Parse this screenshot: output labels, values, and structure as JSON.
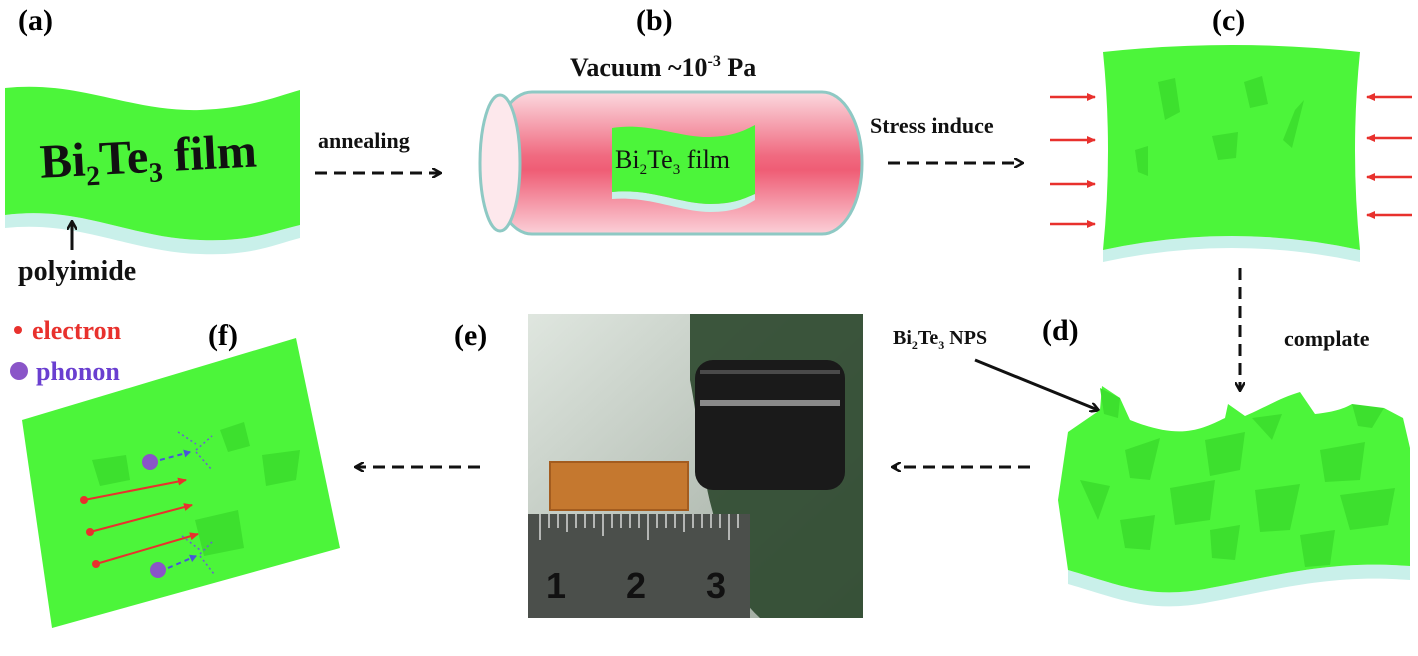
{
  "panels": {
    "a": {
      "label": "(a)",
      "film_main": "Bi",
      "film_sub1": "2",
      "film_mid": "Te",
      "film_sub2": "3",
      "film_tail": " film",
      "substrate_label": "polyimide"
    },
    "b": {
      "label": "(b)",
      "title_main": "Vacuum ~10",
      "title_sup": "-3",
      "title_tail": " Pa",
      "film_main": "Bi",
      "film_sub1": "2",
      "film_mid": "Te",
      "film_sub2": "3",
      "film_tail": " film"
    },
    "c": {
      "label": "(c)"
    },
    "d": {
      "label": "(d)",
      "nps_main": "Bi",
      "nps_sub1": "2",
      "nps_mid": "Te",
      "nps_sub2": "3",
      "nps_tail": " NPS"
    },
    "e": {
      "label": "(e)",
      "ruler_numbers": [
        "1",
        "2",
        "3"
      ]
    },
    "f": {
      "label": "(f)",
      "legend_electron": "electron",
      "legend_phonon": "phonon"
    }
  },
  "arrows": {
    "a_to_b": "annealing",
    "b_to_c": "Stress induce",
    "c_to_d": "complate"
  },
  "colors": {
    "film_green": "#4cf53a",
    "grain_green": "#3de02e",
    "polyimide": "#c9f0ea",
    "electron_red": "#e8312d",
    "phonon_purple": "#8a55c8",
    "legend_electron_text": "#e8312d",
    "legend_phonon_text": "#6a3fd0",
    "tube_pink": "#f06a80"
  }
}
